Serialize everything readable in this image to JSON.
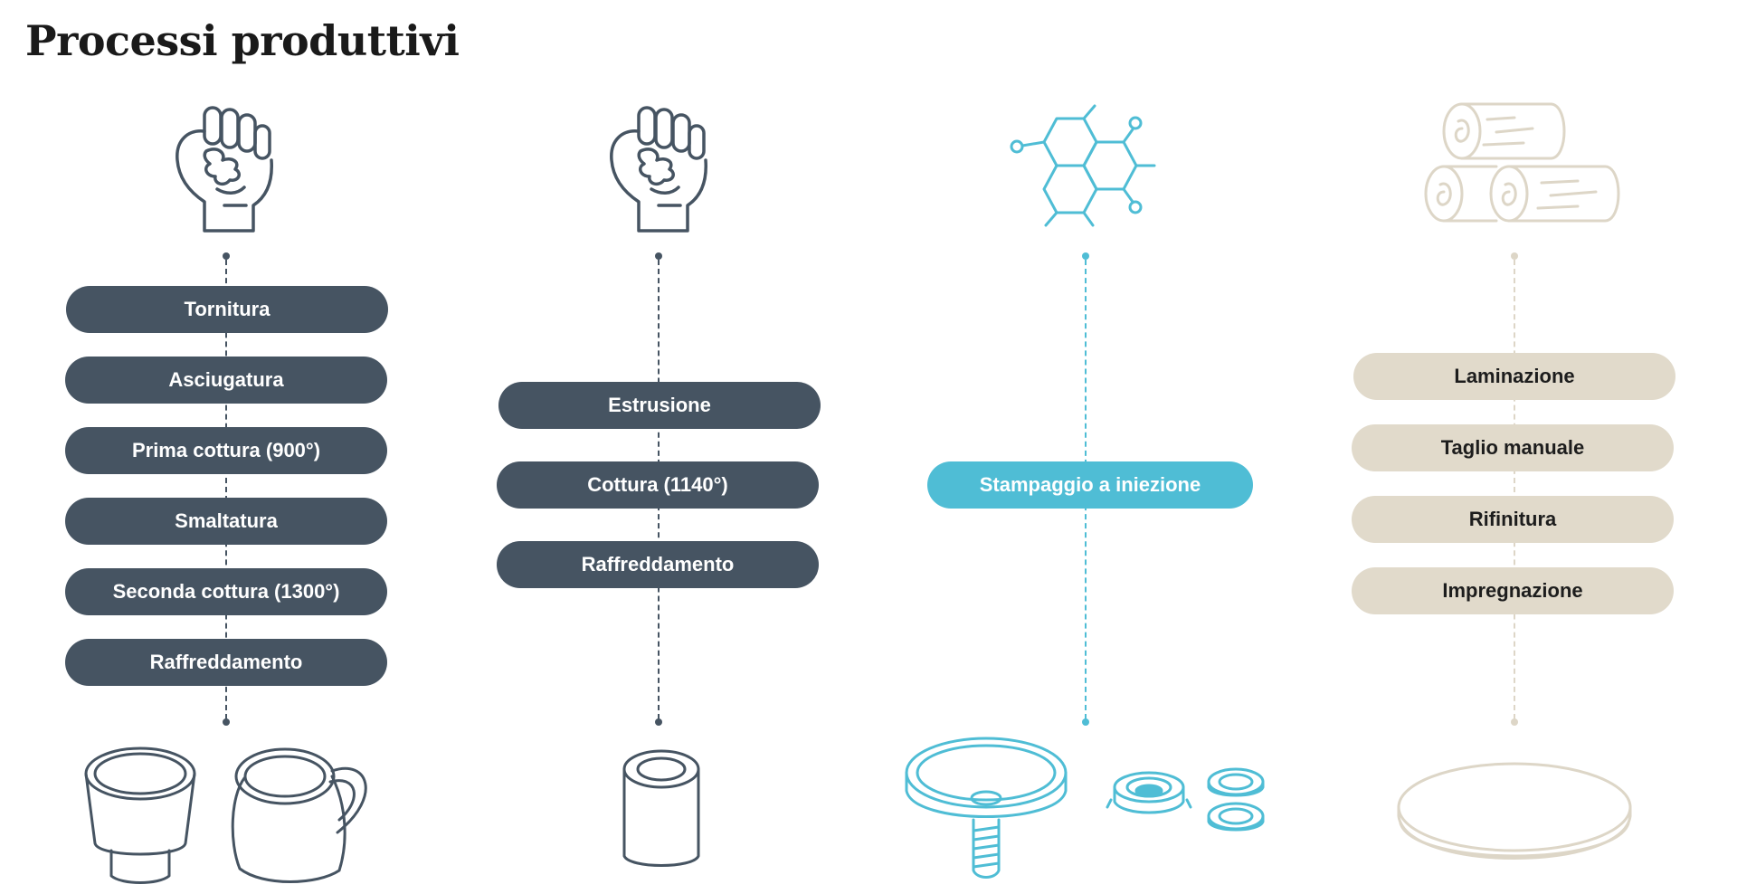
{
  "title": "Processi produttivi",
  "colors": {
    "dark": "#465462",
    "blue": "#4fbdd5",
    "beige": "#e1dacb",
    "beige_line": "#ddd6c7"
  },
  "columns": [
    {
      "top_icon": "hand-clay-icon",
      "bottom_icon": "ceramic-cups-icon",
      "steps": [
        "Tornitura",
        "Asciugatura",
        "Prima cottura (900°)",
        "Smaltatura",
        "Seconda cottura (1300°)",
        "Raffreddamento"
      ]
    },
    {
      "top_icon": "hand-clay-icon",
      "bottom_icon": "ceramic-cylinder-icon",
      "steps": [
        "Estrusione",
        "Cottura (1140°)",
        "Raffreddamento"
      ]
    },
    {
      "top_icon": "molecule-icon",
      "bottom_icon": "plastic-parts-icon",
      "steps": [
        "Stampaggio a iniezione"
      ]
    },
    {
      "top_icon": "wood-logs-icon",
      "bottom_icon": "wood-disc-icon",
      "steps": [
        "Laminazione",
        "Taglio manuale",
        "Rifinitura",
        "Impregnazione"
      ]
    }
  ]
}
